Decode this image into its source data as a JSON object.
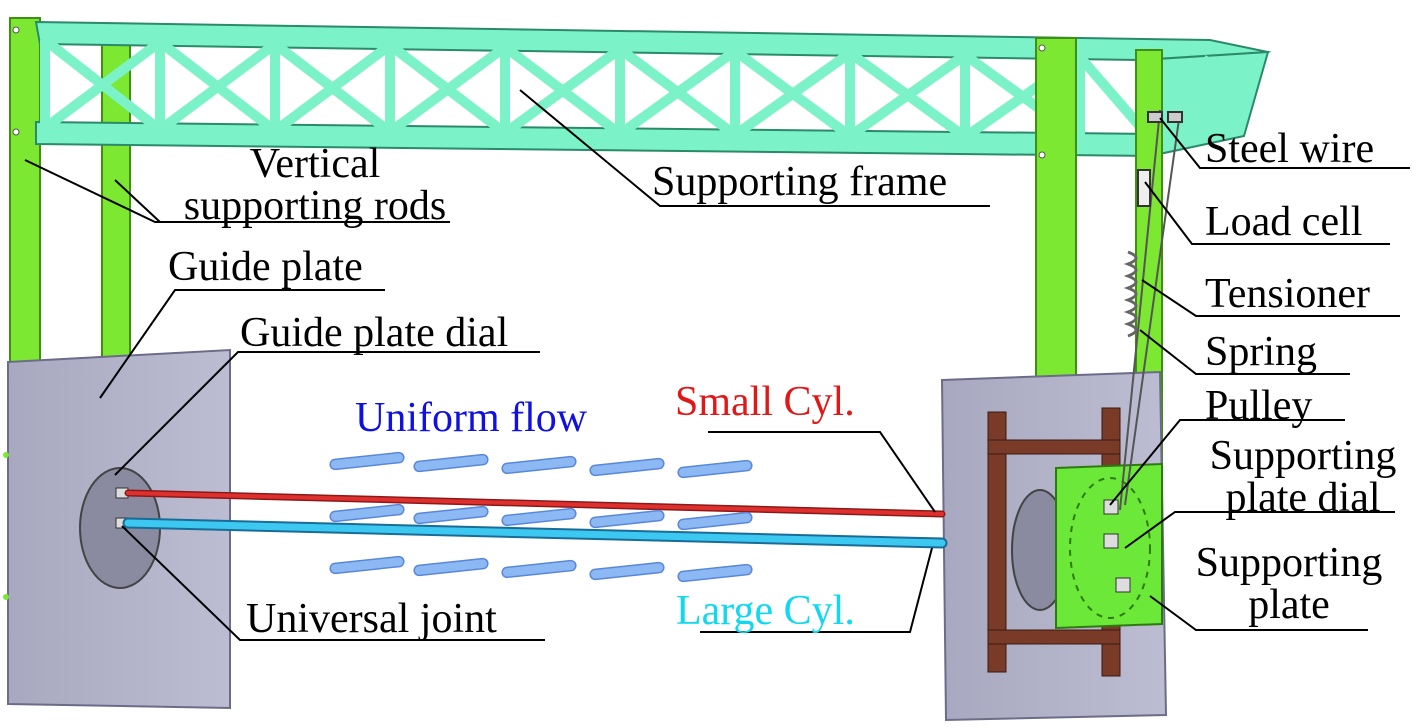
{
  "labels": {
    "vertical_supporting_rods_1": "Vertical",
    "vertical_supporting_rods_2": "supporting rods",
    "supporting_frame": "Supporting frame",
    "steel_wire": "Steel wire",
    "load_cell": "Load cell",
    "tensioner": "Tensioner",
    "spring": "Spring",
    "pulley": "Pulley",
    "supporting_plate_dial_1": "Supporting",
    "supporting_plate_dial_2": "plate dial",
    "supporting_plate_1": "Supporting",
    "supporting_plate_2": "plate",
    "guide_plate": "Guide plate",
    "guide_plate_dial": "Guide plate dial",
    "uniform_flow": "Uniform flow",
    "small_cyl": "Small Cyl.",
    "large_cyl": "Large Cyl.",
    "universal_joint": "Universal joint"
  },
  "colors": {
    "frame": "#7cf2c8",
    "frame_stroke": "#2a8a6a",
    "rods": "#7ce832",
    "rods_stroke": "#3f8f10",
    "plate": "#b4b4cc",
    "plate_stroke": "#6c6c88",
    "dial": "#8a8aa0",
    "small_cylinder": "#e0302e",
    "large_cylinder": "#3cc8f0",
    "flow_arrows": "#8cb8f4",
    "support_plate": "#6ce838",
    "brown_frame": "#7a3a28"
  }
}
